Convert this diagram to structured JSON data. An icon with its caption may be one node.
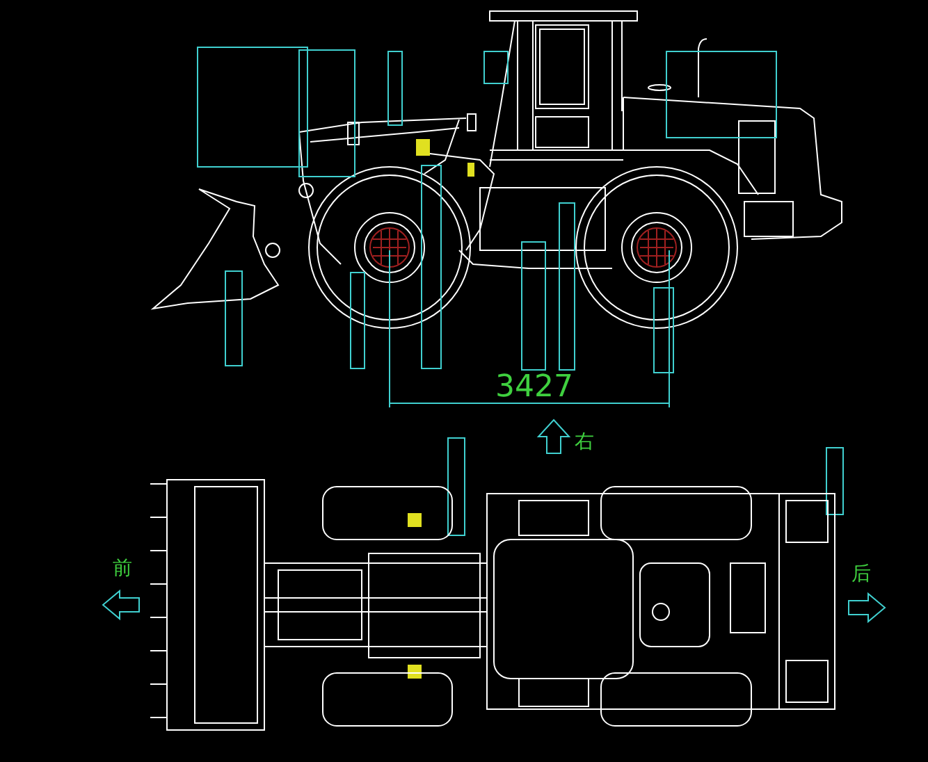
{
  "diagram": {
    "labels": [
      "3427",
      "右",
      "前",
      "后"
    ]
  }
}
